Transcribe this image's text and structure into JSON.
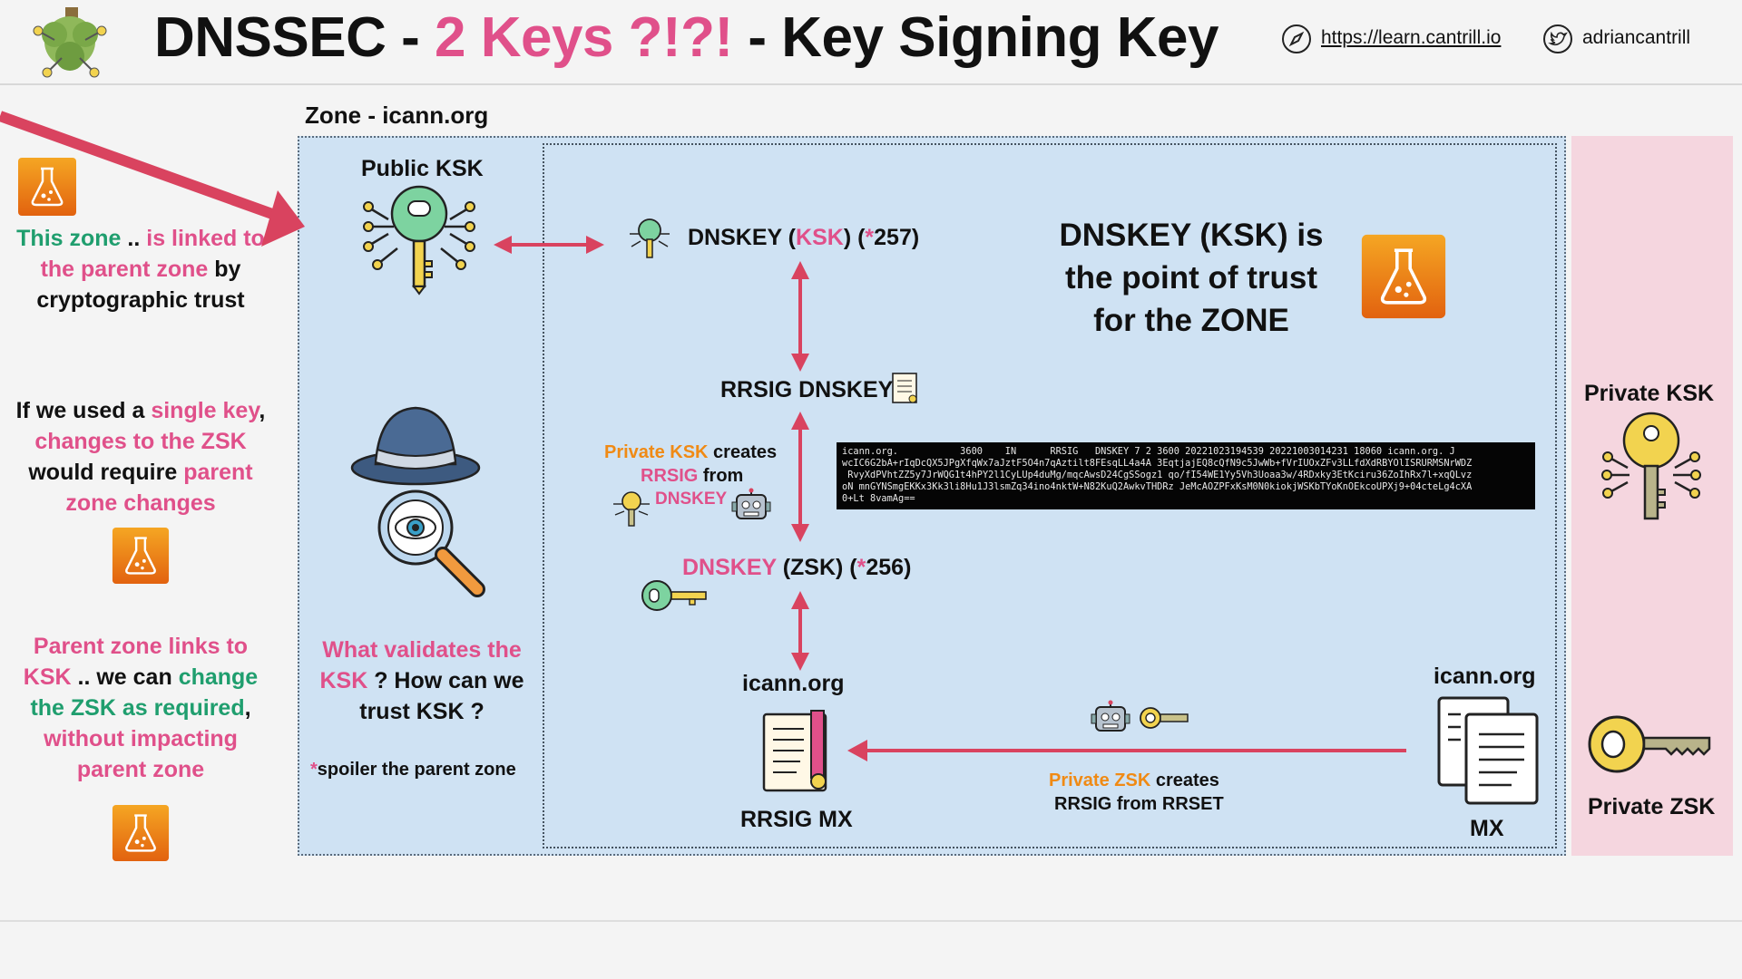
{
  "header": {
    "title_part1": "DNSSEC - ",
    "title_part2": "2 Keys ?!?!",
    "title_part3": " - Key Signing Key",
    "link_url": "https://learn.cantrill.io",
    "link_handle": "adriancantrill",
    "icons": [
      "compass-icon",
      "twitter-icon",
      "logo-tree-icon"
    ]
  },
  "left": {
    "block1": {
      "a": "This zone",
      "b": " .. ",
      "c": "is linked to the parent zone",
      "d": " by cryptographic trust"
    },
    "block2": {
      "a": "If we used a ",
      "b": "single key",
      "c": ", ",
      "d": "changes to the ZSK",
      "e": " would require ",
      "f": "parent zone changes"
    },
    "block3": {
      "a": "Parent zone links to KSK",
      "b": " .. we can ",
      "c": "change the ZSK as required",
      "d": ", ",
      "e": "without impacting parent zone"
    }
  },
  "zone": {
    "label": "Zone - icann.org",
    "public_ksk": "Public KSK",
    "validate_q1": "What validates the KSK",
    "validate_q2": " ? How can we trust KSK ?",
    "spoiler_star": "*",
    "spoiler": "spoiler the parent zone"
  },
  "inner": {
    "dnskey_ksk": {
      "a": "DNSKEY (",
      "b": "KSK",
      "c": ") (",
      "d": "*",
      "e": "257)"
    },
    "rrsig_dnskey": "RRSIG DNSKEY",
    "private_ksk_creates": {
      "a": "Private KSK",
      "b": " creates",
      "c": "RRSIG",
      "d": " from",
      "e": "DNSKEY"
    },
    "dnskey_zsk": {
      "a": "DNSKEY",
      "b": " (ZSK) (",
      "c": "*",
      "d": "256)"
    },
    "icann_left": "icann.org",
    "rrsig_mx": "RRSIG MX",
    "icann_right": "icann.org",
    "mx": "MX",
    "private_zsk_creates": {
      "a": "Private ZSK",
      "b": " creates",
      "c": "RRSIG from RRSET"
    },
    "point_of_trust": [
      "DNSKEY (KSK) is",
      "the point of trust",
      "for the ZONE"
    ],
    "code_lines": [
      "icann.org.           3600    IN      RRSIG   DNSKEY 7 2 3600 20221023194539 20221003014231 18060 icann.org. J",
      "wcIC6G2bA+rIqDcQX5JPgXfqWx7aJztF5O4n7qAztilt8FEsqLL4a4A 3EqtjajEQ8cQfN9c5JwWb+fVrIUOxZFv3LLfdXdRBYOlISRURMSNrWDZ",
      " RvyXdPVhtZZ5y7JrWQG1t4hPY2l1CyLUp4duMg/mqcAwsD24CgSSogz1 qo/fI54WE1Yy5Vh3Uoaa3w/4RDxky3EtKciru36ZoIhRx7l+xqQLvz",
      "oN mnGYNSmgEKKx3Kk3li8Hu1J3lsmZq34ino4nktW+N82KuQ2AwkvTHDRz JeMcAOZPFxKsM0N0kiokjWSKbTYoKnOEkcoUPXj9+04cteLg4cXA",
      "0+Lt 8vamAg=="
    ]
  },
  "right": {
    "private_ksk": "Private KSK",
    "private_zsk": "Private ZSK"
  },
  "colors": {
    "pink": "#e0508a",
    "green": "#1f9e6e",
    "orange": "#f08a14",
    "zone_bg": "#cfe2f3",
    "private_bg": "#f5d6df",
    "arrow": "#d9435f"
  }
}
